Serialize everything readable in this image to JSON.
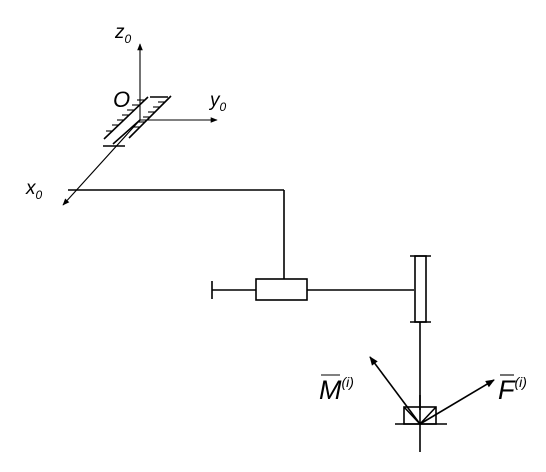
{
  "labels": {
    "z0": {
      "base": "z",
      "sub": "0"
    },
    "y0": {
      "base": "y",
      "sub": "0"
    },
    "x0": {
      "base": "x",
      "sub": "0"
    },
    "origin": "O",
    "moment": {
      "base": "M",
      "sup": "(i)"
    },
    "force": {
      "base": "F",
      "sup": "(i)"
    }
  }
}
